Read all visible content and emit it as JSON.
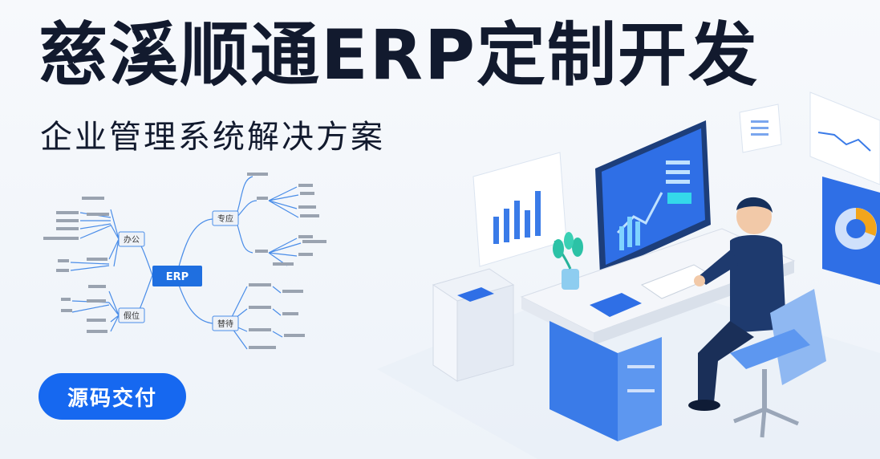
{
  "hero": {
    "title": "慈溪顺通ERP定制开发",
    "subtitle": "企业管理系统解决方案",
    "cta_label": "源码交付"
  },
  "mindmap": {
    "center": "ERP",
    "branch_labels": [
      "专应",
      "办公",
      "假位",
      "替待"
    ]
  },
  "colors": {
    "accent": "#1668f0",
    "title": "#121a2e",
    "mindmap_center": "#1f6fe0"
  },
  "icons": [
    "bar-chart-icon",
    "line-chart-icon",
    "pie-chart-icon",
    "document-icon"
  ]
}
